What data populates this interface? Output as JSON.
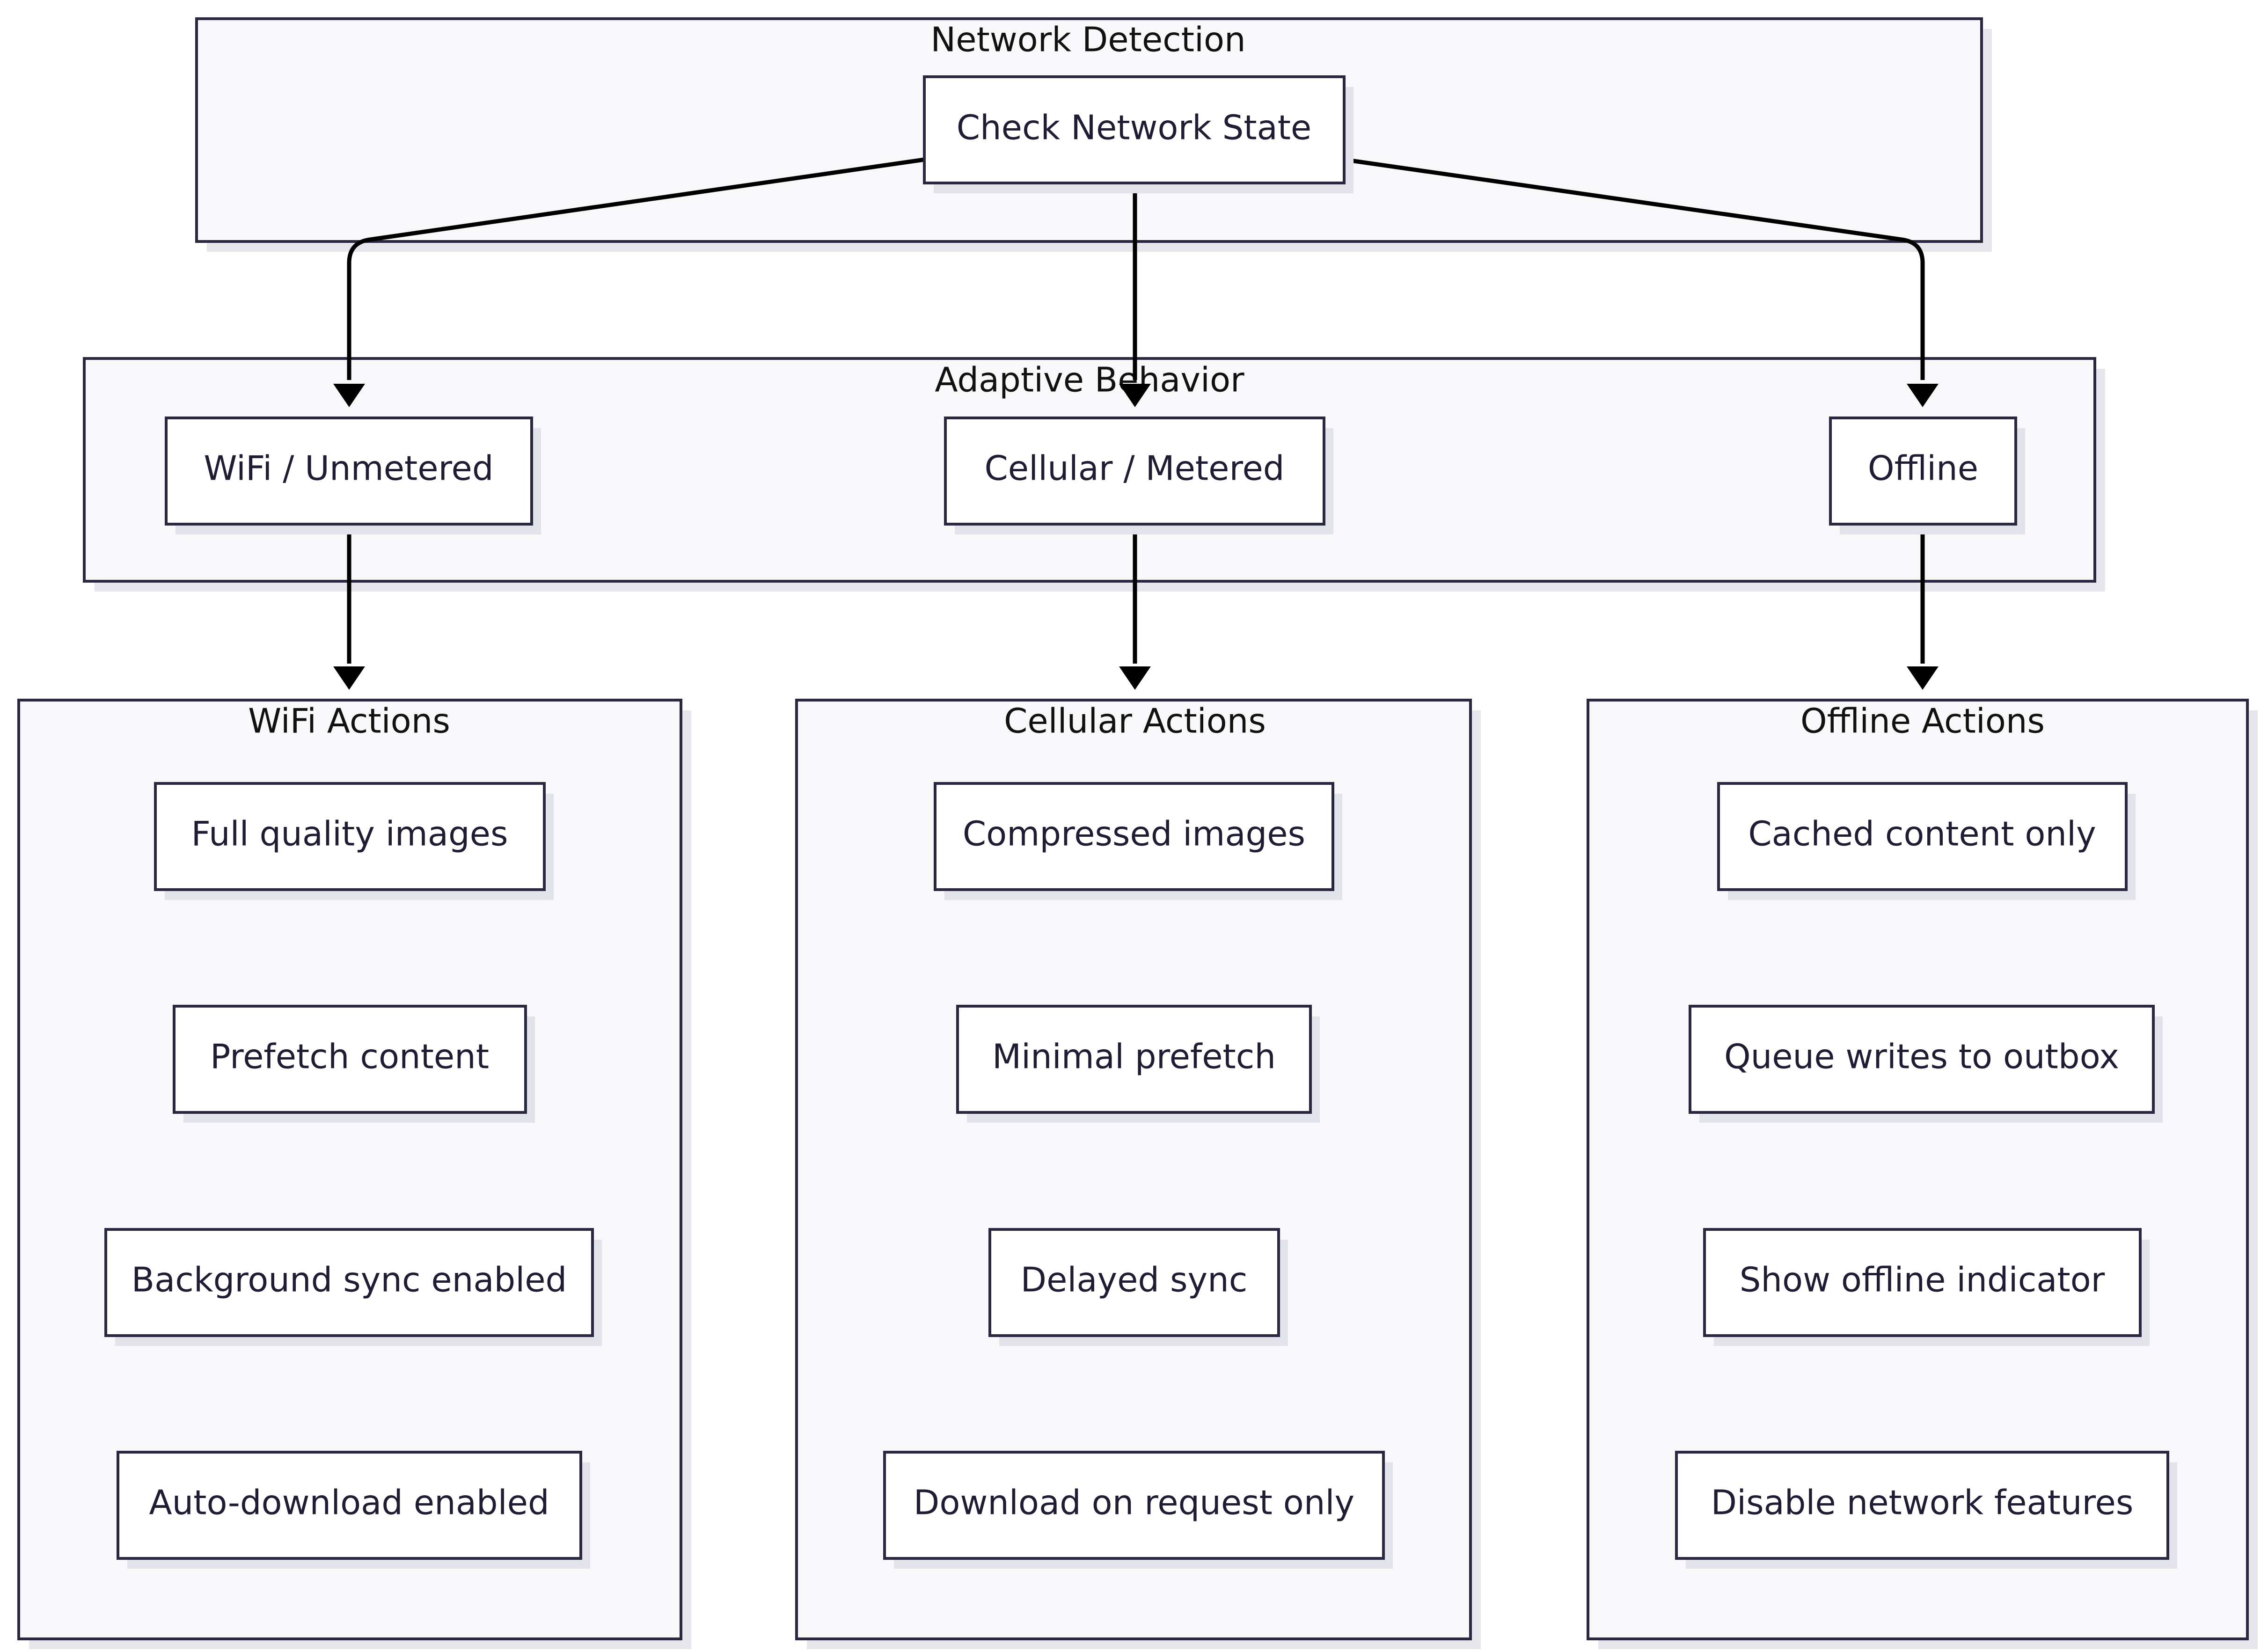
{
  "clusters": {
    "network_detection": {
      "label": "Network Detection"
    },
    "adaptive_behavior": {
      "label": "Adaptive Behavior"
    },
    "wifi_actions": {
      "label": "WiFi Actions"
    },
    "cellular_actions": {
      "label": "Cellular Actions"
    },
    "offline_actions": {
      "label": "Offline Actions"
    }
  },
  "nodes": {
    "check_network": {
      "label": "Check Network State"
    },
    "wifi": {
      "label": "WiFi / Unmetered"
    },
    "cellular": {
      "label": "Cellular / Metered"
    },
    "offline": {
      "label": "Offline"
    },
    "wifi_actions": [
      {
        "label": "Full quality images"
      },
      {
        "label": "Prefetch content"
      },
      {
        "label": "Background sync enabled"
      },
      {
        "label": "Auto-download enabled"
      }
    ],
    "cellular_actions": [
      {
        "label": "Compressed images"
      },
      {
        "label": "Minimal prefetch"
      },
      {
        "label": "Delayed sync"
      },
      {
        "label": "Download on request only"
      }
    ],
    "offline_actions": [
      {
        "label": "Cached content only"
      },
      {
        "label": "Queue writes to outbox"
      },
      {
        "label": "Show offline indicator"
      },
      {
        "label": "Disable network features"
      }
    ]
  },
  "edges": [
    {
      "from": "Check Network State",
      "to": "WiFi / Unmetered"
    },
    {
      "from": "Check Network State",
      "to": "Cellular / Metered"
    },
    {
      "from": "Check Network State",
      "to": "Offline"
    },
    {
      "from": "WiFi / Unmetered",
      "to": "WiFi Actions"
    },
    {
      "from": "Cellular / Metered",
      "to": "Cellular Actions"
    },
    {
      "from": "Offline",
      "to": "Offline Actions"
    }
  ]
}
